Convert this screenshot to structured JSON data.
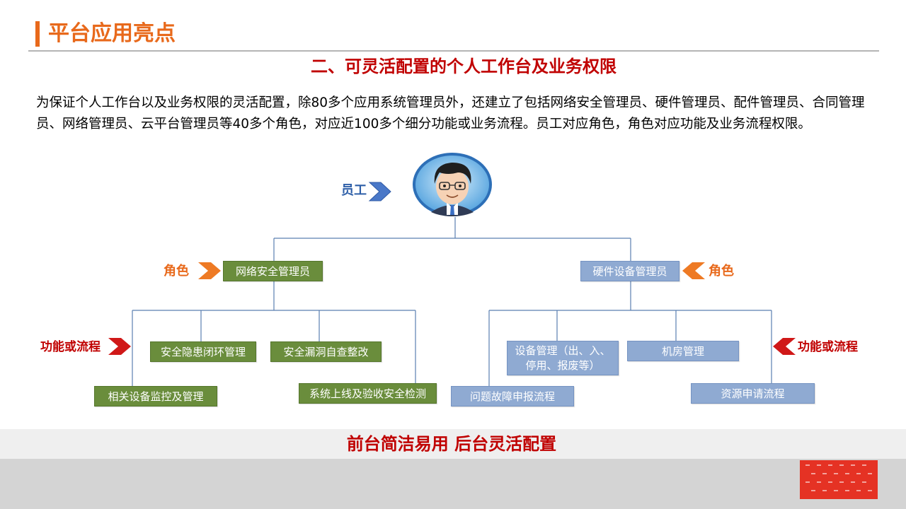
{
  "header": {
    "page_title": "平台应用亮点",
    "section_title": "二、可灵活配置的个人工作台及业务权限"
  },
  "intro": {
    "paragraph": "为保证个人工作台以及业务权限的灵活配置，除80多个应用系统管理员外，还建立了包括网络安全管理员、硬件管理员、配件管理员、合同管理员、网络管理员、云平台管理员等40多个角色，对应近100多个细分功能或业务流程。员工对应角色，角色对应功能及业务流程权限。"
  },
  "diagram": {
    "employee_label": "员工",
    "role_label_left": "角色",
    "role_label_right": "角色",
    "function_label_left": "功能或流程",
    "function_label_right": "功能或流程",
    "roles": {
      "left": "网络安全管理员",
      "right": "硬件设备管理员"
    },
    "left_functions": [
      "安全隐患闭环管理",
      "安全漏洞自查整改",
      "相关设备监控及管理",
      "系统上线及验收安全检测"
    ],
    "right_functions": [
      "设备管理（出、入、停用、报废等）",
      "机房管理",
      "问题故障申报流程",
      "资源申请流程"
    ]
  },
  "footer": {
    "slogan": "前台简洁易用  后台灵活配置"
  },
  "colors": {
    "title_orange": "#e8691b",
    "heading_red": "#c00000",
    "role_green": "#6a8d3c",
    "function_blue": "#8faad2",
    "connector_blue": "#5a7fb0",
    "employee_blue": "#2e5fa8",
    "role_orange": "#e8691b",
    "function_red": "#c00000"
  }
}
